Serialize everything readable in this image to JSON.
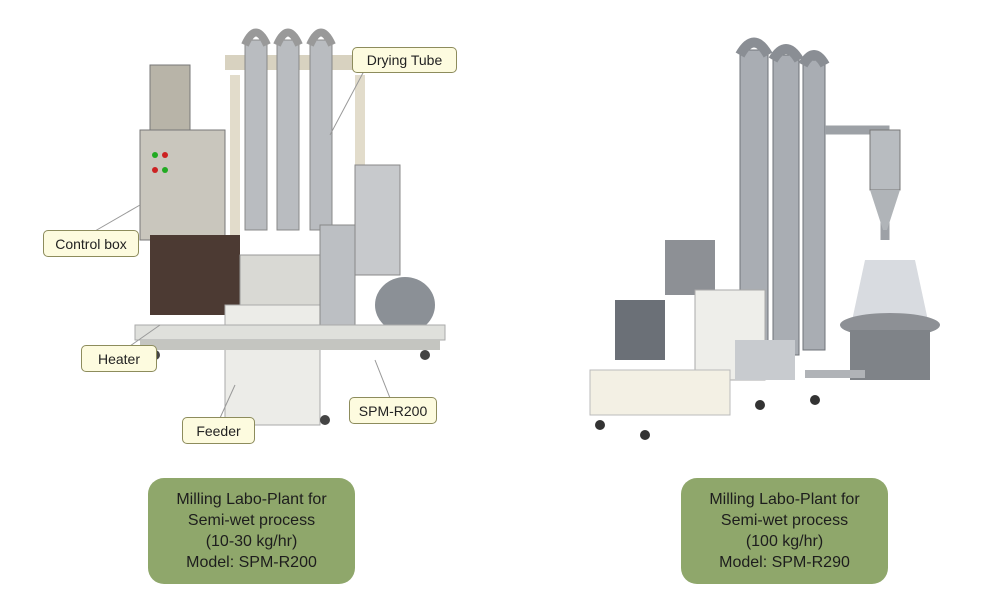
{
  "left_plant": {
    "callouts": {
      "drying_tube": "Drying Tube",
      "control_box": "Control box",
      "heater": "Heater",
      "feeder": "Feeder",
      "model": "SPM-R200"
    },
    "caption": {
      "line1": "Milling Labo-Plant for",
      "line2": "Semi-wet process",
      "line3": "(10-30 kg/hr)",
      "line4": "Model: SPM-R200"
    }
  },
  "right_plant": {
    "caption": {
      "line1": "Milling Labo-Plant for",
      "line2": "Semi-wet process",
      "line3": "(100 kg/hr)",
      "line4": "Model: SPM-R290"
    }
  },
  "colors": {
    "caption_bg": "#8fa76b",
    "callout_bg": "#fdfbdf",
    "callout_border": "#8d8c5c"
  }
}
